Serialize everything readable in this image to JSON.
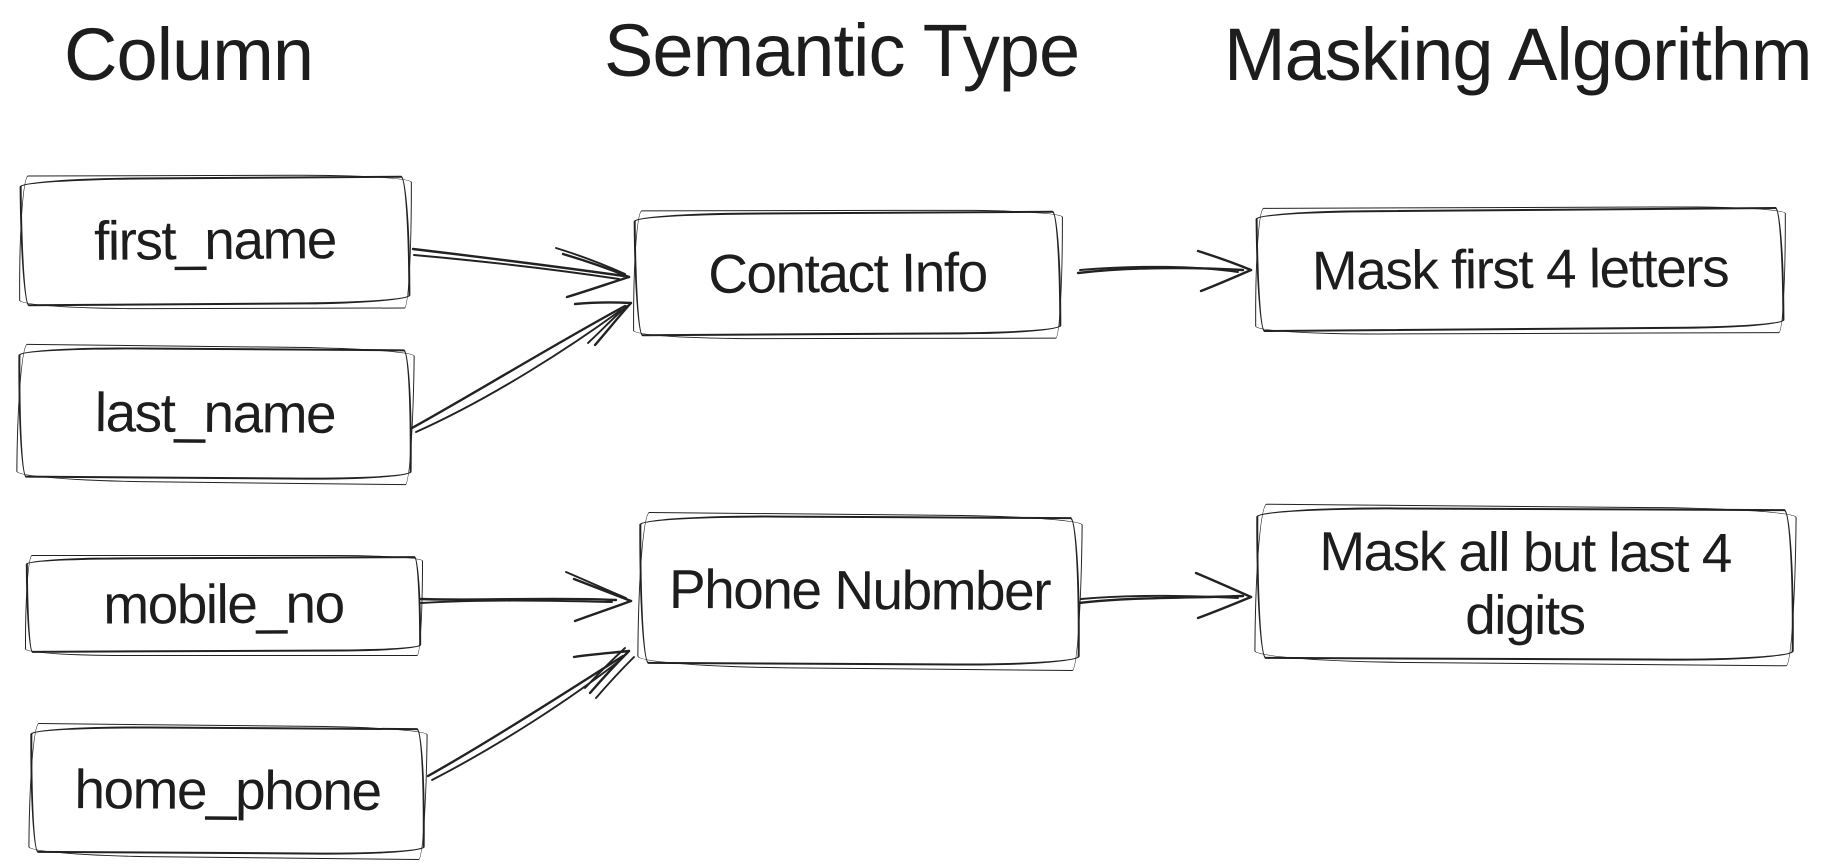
{
  "diagram": {
    "background": "#ffffff",
    "ink_color": "#222222",
    "headers": [
      {
        "label": "Column"
      },
      {
        "label": "Semantic Type"
      },
      {
        "label": "Masking Algorithm"
      }
    ],
    "columns": [
      {
        "label": "first_name"
      },
      {
        "label": "last_name"
      },
      {
        "label": "mobile_no"
      },
      {
        "label": "home_phone"
      }
    ],
    "semantic_types": [
      {
        "label": "Contact Info"
      },
      {
        "label": "Phone Nubmber"
      }
    ],
    "masking_algorithms": [
      {
        "label": "Mask first 4 letters"
      },
      {
        "label": "Mask all but last 4 digits"
      }
    ],
    "edges": [
      {
        "from": "first_name",
        "to": "Contact Info"
      },
      {
        "from": "last_name",
        "to": "Contact Info"
      },
      {
        "from": "mobile_no",
        "to": "Phone Nubmber"
      },
      {
        "from": "home_phone",
        "to": "Phone Nubmber"
      },
      {
        "from": "Contact Info",
        "to": "Mask first 4 letters"
      },
      {
        "from": "Phone Nubmber",
        "to": "Mask all but last 4 digits"
      }
    ]
  }
}
